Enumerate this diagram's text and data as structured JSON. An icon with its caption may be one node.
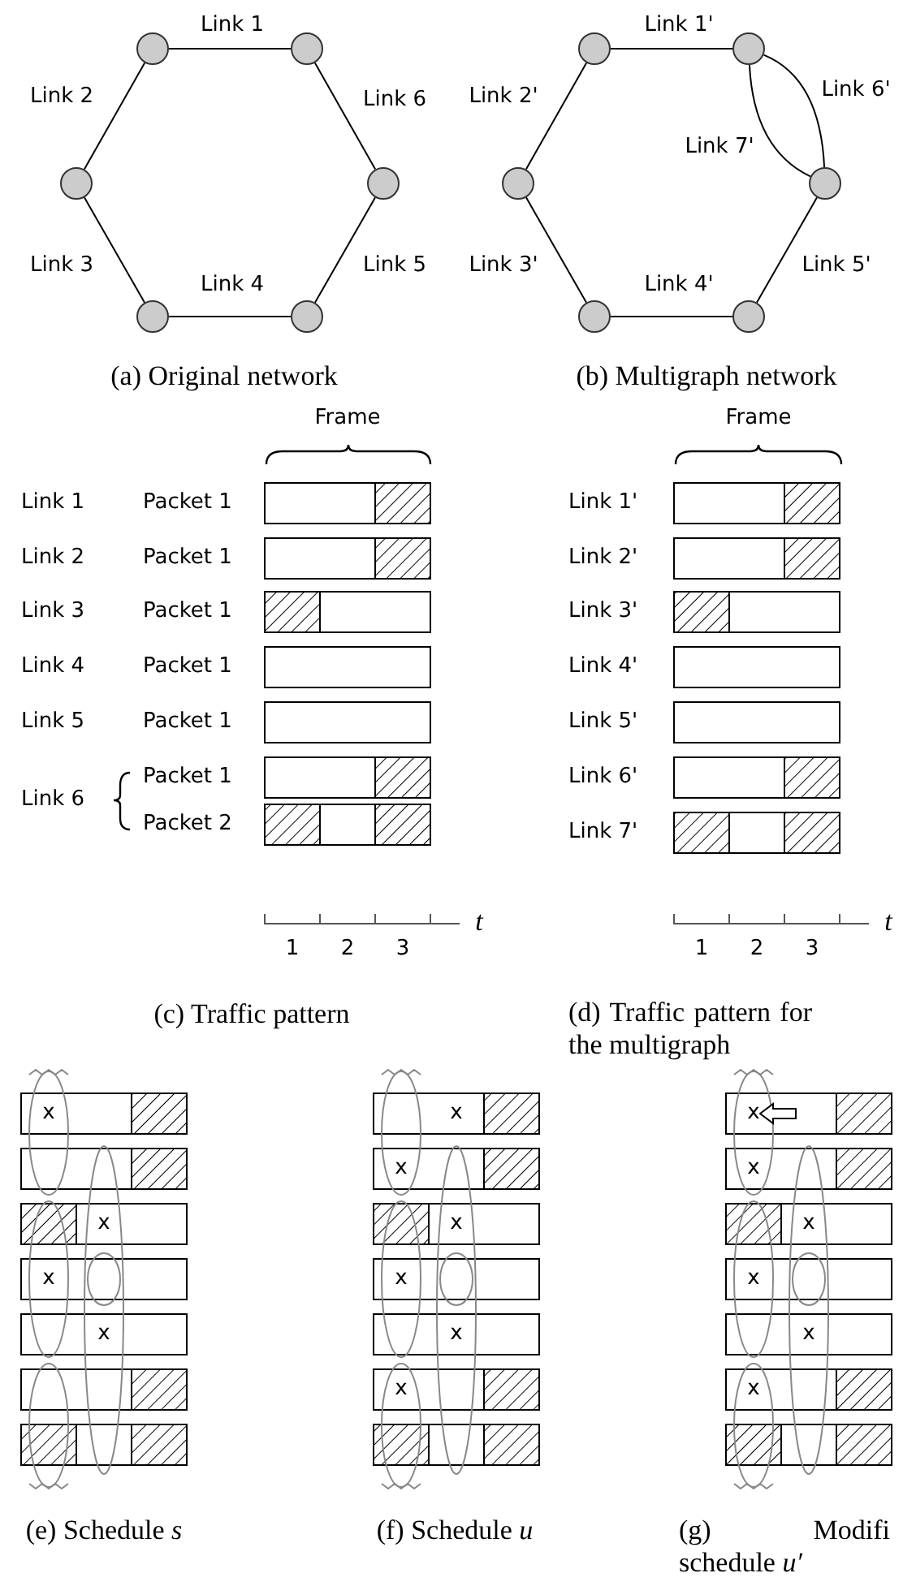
{
  "diagram": {
    "nodes": [
      {
        "text": [],
        "shape": "circle"
      },
      {
        "text": [],
        "shape": "circle"
      },
      {
        "text": [],
        "shape": "circle"
      },
      {
        "text": [],
        "shape": "circle"
      },
      {
        "text": [],
        "shape": "circle"
      },
      {
        "text": [],
        "shape": "circle"
      },
      {
        "text": [],
        "shape": "circle"
      },
      {
        "text": [],
        "shape": "circle"
      },
      {
        "text": [],
        "shape": "circle"
      },
      {
        "text": [],
        "shape": "circle"
      },
      {
        "text": [],
        "shape": "circle"
      },
      {
        "text": [],
        "shape": "circle"
      }
    ],
    "edges": [
      {
        "from": 0,
        "to": 1,
        "arrow": "none",
        "label": "Link 1"
      },
      {
        "from": 0,
        "to": 2,
        "arrow": "none",
        "label": "Link 2"
      },
      {
        "from": 1,
        "to": 3,
        "arrow": "none",
        "label": "Link 6"
      },
      {
        "from": 2,
        "to": 4,
        "arrow": "none",
        "label": "Link 3"
      },
      {
        "from": 3,
        "to": 5,
        "arrow": "none",
        "label": "Link 5"
      },
      {
        "from": 4,
        "to": 5,
        "arrow": "none",
        "label": "Link 4"
      },
      {
        "from": 6,
        "to": 7,
        "arrow": "none",
        "label": "Link 1'"
      },
      {
        "from": 6,
        "to": 8,
        "arrow": "none",
        "label": "Link 2'"
      },
      {
        "from": 7,
        "to": 9,
        "arrow": "none",
        "label": "Link 6'"
      },
      {
        "from": 7,
        "to": 9,
        "arrow": "none",
        "label": "Link 7'"
      },
      {
        "from": 8,
        "to": 10,
        "arrow": "none",
        "label": "Link 3'"
      },
      {
        "from": 9,
        "to": 11,
        "arrow": "none",
        "label": "Link 5'"
      },
      {
        "from": 10,
        "to": 11,
        "arrow": "none",
        "label": "Link 4'"
      }
    ],
    "labels": [
      "(a) Original network",
      "(b) Multigraph network",
      "Frame",
      "Frame",
      "Link 1",
      "Packet 1",
      "Link 1'",
      "Link 2",
      "Packet 1",
      "Link 2'",
      "Link 3",
      "Packet 1",
      "Link 3'",
      "Link 4",
      "Packet 1",
      "Link 4'",
      "Link 5",
      "Packet 1",
      "Link 5'",
      "Link 6",
      "Packet 1",
      "Link 6'",
      "Packet 2",
      "Link 7'",
      "1",
      "2",
      "3",
      "t",
      "1",
      "2",
      "3",
      "t",
      "(c) Traffic pattern",
      "(d) Traffic pattern for the multigraph",
      "x",
      "x",
      "x",
      "x",
      "x",
      "x",
      "x",
      "x",
      "x",
      "x",
      "x",
      "x",
      "x",
      "x",
      "x",
      "x",
      "(e) Schedule *s*",
      "(f) Schedule *u*",
      "(g) Modifi schedule *u′*"
    ]
  }
}
